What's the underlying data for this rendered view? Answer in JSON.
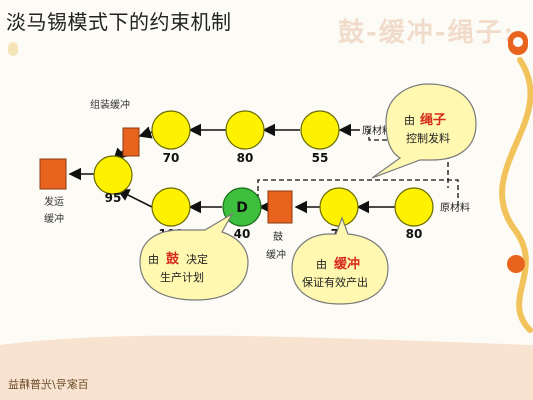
{
  "page": {
    "title": "淡马锡模式下的约束机制",
    "watermark": "鼓-缓冲-绳子:",
    "footer_text": "百家号/光普精益"
  },
  "diagram": {
    "top_row": {
      "label_left": "原材料",
      "nodes": [
        {
          "id": "t55",
          "value": "55"
        },
        {
          "id": "t80",
          "value": "80"
        },
        {
          "id": "t70",
          "value": "70"
        }
      ],
      "buffer_label": "组装缓冲"
    },
    "left": {
      "node_value": "95",
      "buffer_label_1": "发运",
      "buffer_label_2": "缓冲"
    },
    "bottom_row": {
      "label_right": "原材料",
      "drum_node": {
        "label": "D",
        "value": "40"
      },
      "nodes": [
        {
          "id": "b80",
          "value": "80"
        },
        {
          "id": "b75",
          "value": "75"
        },
        {
          "id": "b100",
          "value": "100"
        }
      ],
      "drum_buffer_label_1": "鼓",
      "drum_buffer_label_2": "缓冲"
    },
    "callouts": {
      "rope": {
        "prefix": "由",
        "key": "绳子",
        "desc": "控制发料"
      },
      "drum": {
        "prefix": "由",
        "key": "鼓",
        "side": "决定",
        "desc": "生产计划"
      },
      "buffer": {
        "prefix": "由",
        "key": "缓冲",
        "desc": "保证有效产出"
      }
    }
  },
  "colors": {
    "node_fill": "#fff200",
    "node_stroke": "#6b6b00",
    "drum_fill": "#3ec03e",
    "buffer_fill": "#e8641e",
    "callout_fill": "#fff8b0",
    "callout_stroke": "#7a7a7a",
    "key_text": "#d62a1e"
  }
}
